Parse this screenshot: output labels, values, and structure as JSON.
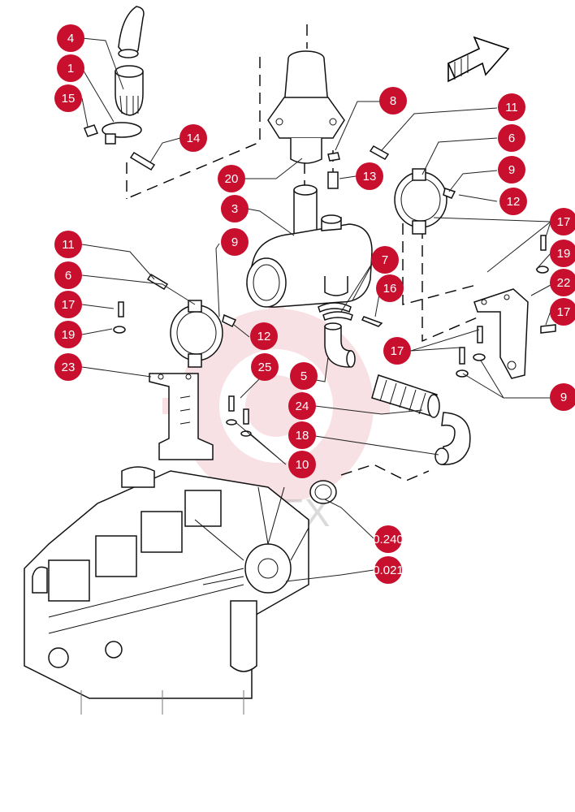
{
  "diagram": {
    "watermark": "ITEX",
    "accent_color": "#c8102e",
    "callouts": [
      {
        "id": "c4",
        "label": "4"
      },
      {
        "id": "c1",
        "label": "1"
      },
      {
        "id": "c15",
        "label": "15"
      },
      {
        "id": "c14",
        "label": "14"
      },
      {
        "id": "c8",
        "label": "8"
      },
      {
        "id": "c20",
        "label": "20"
      },
      {
        "id": "c13",
        "label": "13"
      },
      {
        "id": "c11a",
        "label": "11"
      },
      {
        "id": "c6a",
        "label": "6"
      },
      {
        "id": "c9a",
        "label": "9"
      },
      {
        "id": "c12a",
        "label": "12"
      },
      {
        "id": "c3",
        "label": "3"
      },
      {
        "id": "c9b",
        "label": "9"
      },
      {
        "id": "c17a",
        "label": "17"
      },
      {
        "id": "c19a",
        "label": "19"
      },
      {
        "id": "c11b",
        "label": "11"
      },
      {
        "id": "c6b",
        "label": "6"
      },
      {
        "id": "c7",
        "label": "7"
      },
      {
        "id": "c16",
        "label": "16"
      },
      {
        "id": "c22",
        "label": "22"
      },
      {
        "id": "c17b",
        "label": "17"
      },
      {
        "id": "c17c",
        "label": "17"
      },
      {
        "id": "c19b",
        "label": "19"
      },
      {
        "id": "c12b",
        "label": "12"
      },
      {
        "id": "c23",
        "label": "23"
      },
      {
        "id": "c25",
        "label": "25"
      },
      {
        "id": "c5",
        "label": "5"
      },
      {
        "id": "c17d",
        "label": "17"
      },
      {
        "id": "c9c",
        "label": "9"
      },
      {
        "id": "c24",
        "label": "24"
      },
      {
        "id": "c18",
        "label": "18"
      },
      {
        "id": "c10",
        "label": "10"
      },
      {
        "id": "c0240",
        "label": "0.240"
      },
      {
        "id": "c0021",
        "label": "0.021"
      }
    ]
  }
}
